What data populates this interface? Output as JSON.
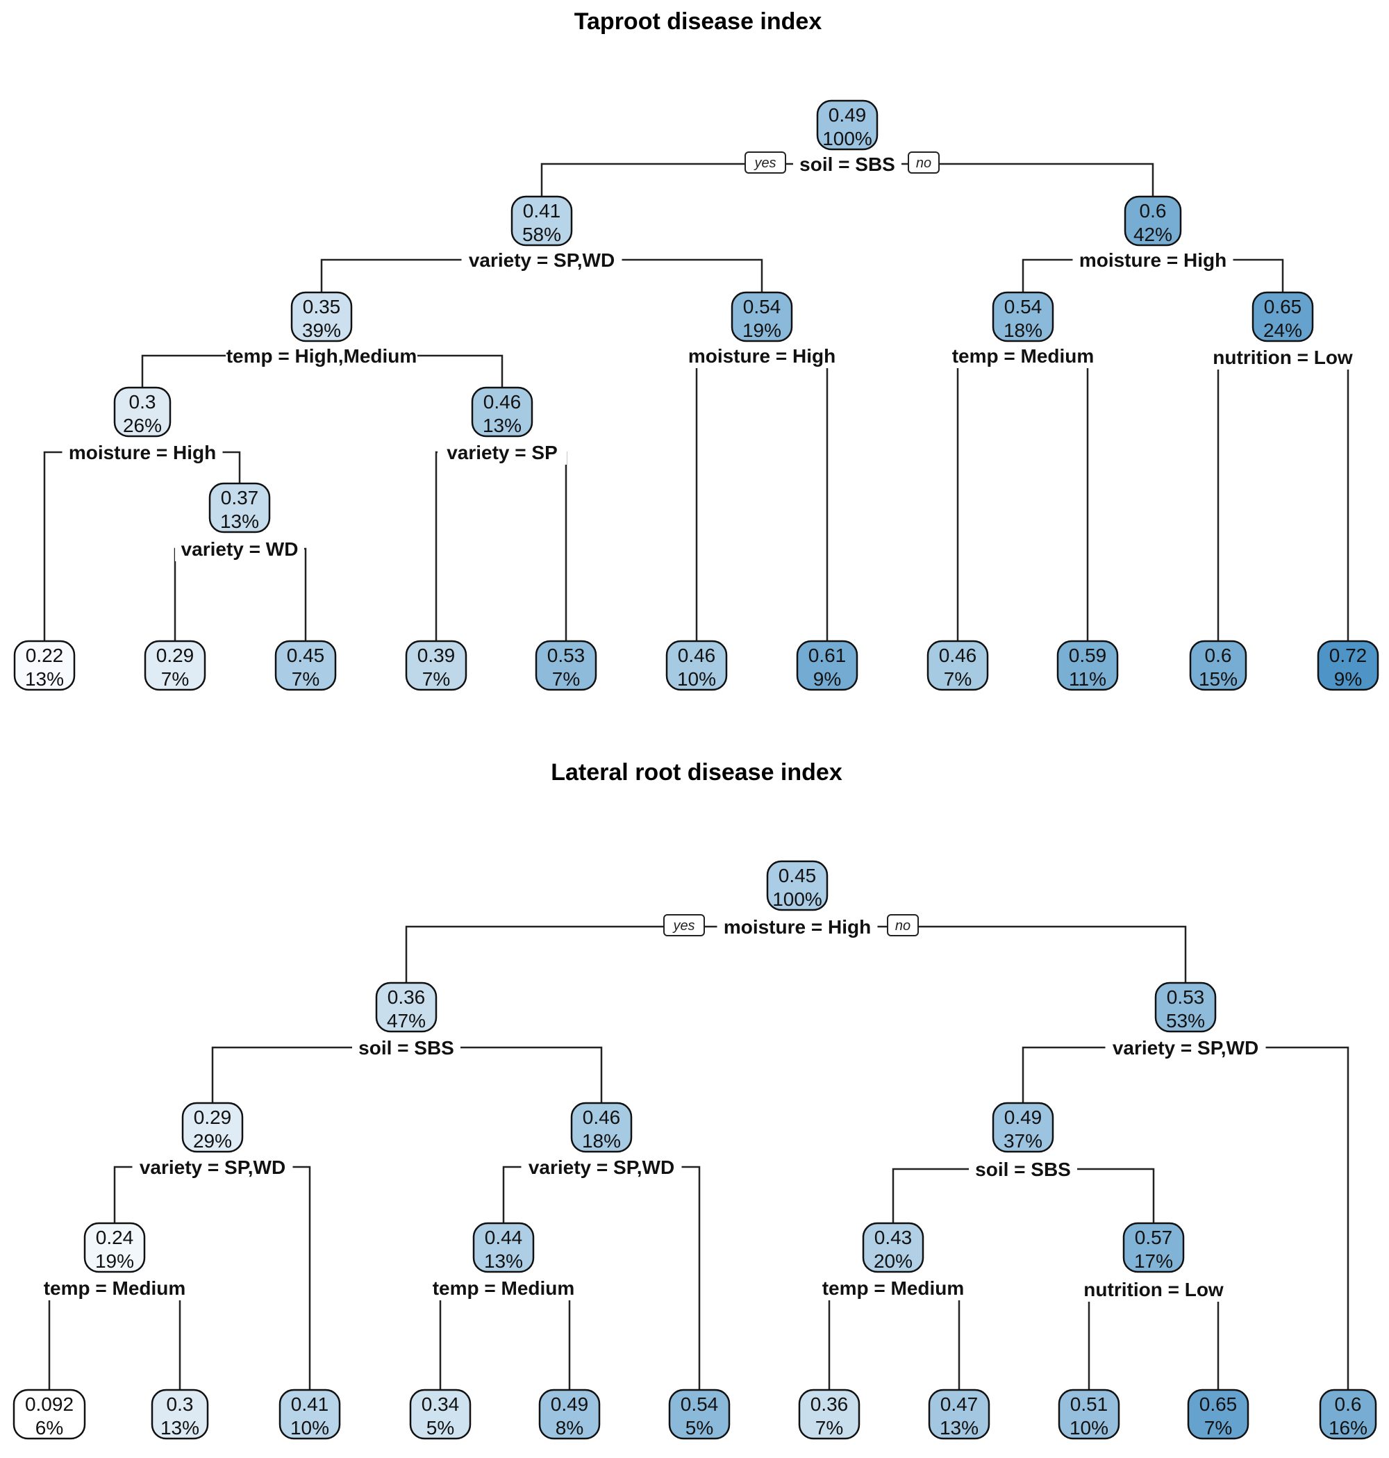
{
  "trees": [
    {
      "title": "Taproot disease index",
      "yes_label": "yes",
      "no_label": "no",
      "nodes": [
        {
          "id": "t1",
          "value": "0.49",
          "pct": "100%",
          "split": "soil = SBS"
        },
        {
          "id": "t2",
          "value": "0.41",
          "pct": "58%",
          "split": "variety = SP,WD"
        },
        {
          "id": "t3",
          "value": "0.6",
          "pct": "42%",
          "split": "moisture = High"
        },
        {
          "id": "t4",
          "value": "0.35",
          "pct": "39%",
          "split": "temp = High,Medium"
        },
        {
          "id": "t5",
          "value": "0.54",
          "pct": "19%",
          "split": "moisture = High"
        },
        {
          "id": "t6",
          "value": "0.54",
          "pct": "18%",
          "split": "temp = Medium"
        },
        {
          "id": "t7",
          "value": "0.65",
          "pct": "24%",
          "split": "nutrition = Low"
        },
        {
          "id": "t8",
          "value": "0.3",
          "pct": "26%",
          "split": "moisture = High"
        },
        {
          "id": "t9",
          "value": "0.46",
          "pct": "13%",
          "split": "variety = SP"
        },
        {
          "id": "t10",
          "value": "0.37",
          "pct": "13%",
          "split": "variety = WD"
        },
        {
          "id": "t11",
          "value": "0.22",
          "pct": "13%"
        },
        {
          "id": "t12",
          "value": "0.29",
          "pct": "7%"
        },
        {
          "id": "t13",
          "value": "0.45",
          "pct": "7%"
        },
        {
          "id": "t14",
          "value": "0.39",
          "pct": "7%"
        },
        {
          "id": "t15",
          "value": "0.53",
          "pct": "7%"
        },
        {
          "id": "t16",
          "value": "0.46",
          "pct": "10%"
        },
        {
          "id": "t17",
          "value": "0.61",
          "pct": "9%"
        },
        {
          "id": "t18",
          "value": "0.46",
          "pct": "7%"
        },
        {
          "id": "t19",
          "value": "0.59",
          "pct": "11%"
        },
        {
          "id": "t20",
          "value": "0.6",
          "pct": "15%"
        },
        {
          "id": "t21",
          "value": "0.72",
          "pct": "9%"
        }
      ]
    },
    {
      "title": "Lateral root disease index",
      "yes_label": "yes",
      "no_label": "no",
      "nodes": [
        {
          "id": "l1",
          "value": "0.45",
          "pct": "100%",
          "split": "moisture = High"
        },
        {
          "id": "l2",
          "value": "0.36",
          "pct": "47%",
          "split": "soil = SBS"
        },
        {
          "id": "l3",
          "value": "0.53",
          "pct": "53%",
          "split": "variety = SP,WD"
        },
        {
          "id": "l4",
          "value": "0.29",
          "pct": "29%",
          "split": "variety = SP,WD"
        },
        {
          "id": "l5",
          "value": "0.46",
          "pct": "18%",
          "split": "variety = SP,WD"
        },
        {
          "id": "l6",
          "value": "0.49",
          "pct": "37%",
          "split": "soil = SBS"
        },
        {
          "id": "l7",
          "value": "0.24",
          "pct": "19%",
          "split": "temp = Medium"
        },
        {
          "id": "l8",
          "value": "0.44",
          "pct": "13%",
          "split": "temp = Medium"
        },
        {
          "id": "l9",
          "value": "0.43",
          "pct": "20%",
          "split": "temp = Medium"
        },
        {
          "id": "l10",
          "value": "0.57",
          "pct": "17%",
          "split": "nutrition = Low"
        },
        {
          "id": "l11",
          "value": "0.092",
          "pct": "6%"
        },
        {
          "id": "l12",
          "value": "0.3",
          "pct": "13%"
        },
        {
          "id": "l13",
          "value": "0.41",
          "pct": "10%"
        },
        {
          "id": "l14",
          "value": "0.34",
          "pct": "5%"
        },
        {
          "id": "l15",
          "value": "0.49",
          "pct": "8%"
        },
        {
          "id": "l16",
          "value": "0.54",
          "pct": "5%"
        },
        {
          "id": "l17",
          "value": "0.36",
          "pct": "7%"
        },
        {
          "id": "l18",
          "value": "0.47",
          "pct": "13%"
        },
        {
          "id": "l19",
          "value": "0.51",
          "pct": "10%"
        },
        {
          "id": "l20",
          "value": "0.65",
          "pct": "7%"
        },
        {
          "id": "l21",
          "value": "0.6",
          "pct": "16%"
        }
      ]
    }
  ]
}
